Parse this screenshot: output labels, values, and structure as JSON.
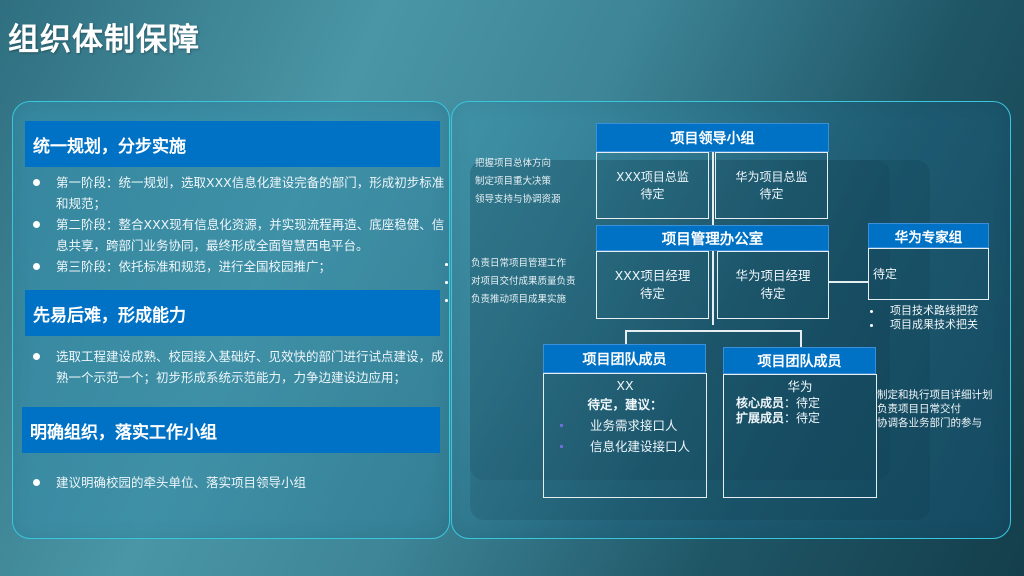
{
  "page": {
    "title": "组织体制保障"
  },
  "left_panel": {
    "sections": [
      {
        "heading": "统一规划，分步实施",
        "bullets": [
          "第一阶段：统一规划，选取XXX信息化建设完备的部门，形成初步标准和规范；",
          "第二阶段：整合XXX现有信息化资源，并实现流程再造、底座稳健、信息共享，跨部门业务协同，最终形成全面智慧西电平台。",
          "第三阶段：依托标准和规范，进行全国校园推广；"
        ]
      },
      {
        "heading": "先易后难，形成能力",
        "bullets": [
          "选取工程建设成熟、校园接入基础好、见效快的部门进行试点建设，成熟一个示范一个；初步形成系统示范能力，力争边建设边应用；"
        ]
      },
      {
        "heading": "明确组织，落实工作小组",
        "bullets": [
          "建议明确校园的牵头单位、落实项目领导小组"
        ]
      }
    ]
  },
  "org_chart": {
    "leadership": {
      "title": "项目领导小组",
      "duties": [
        "把握项目总体方向",
        "制定项目重大决策",
        "领导支持与协调资源"
      ],
      "left_box": {
        "line1": "XXX项目总监",
        "line2": "待定"
      },
      "right_box": {
        "line1": "华为项目总监",
        "line2": "待定"
      }
    },
    "pmo": {
      "title": "项目管理办公室",
      "duties": [
        "负责日常项目管理工作",
        "对项目交付成果质量负责",
        "负责推动项目成果实施"
      ],
      "left_box": {
        "line1": "XXX项目经理",
        "line2": "待定"
      },
      "right_box": {
        "line1": "华为项目经理",
        "line2": "待定"
      }
    },
    "expert_group": {
      "title": "华为专家组",
      "box_text": "待定",
      "duties": [
        "项目技术路线把控",
        "项目成果技术把关"
      ]
    },
    "team_left": {
      "title": "项目团队成员",
      "org": "XX",
      "subtitle": "待定，建议：",
      "items": [
        "业务需求接口人",
        "信息化建设接口人"
      ]
    },
    "team_right": {
      "title": "项目团队成员",
      "org": "华为",
      "rows": [
        {
          "label": "核心成员",
          "value": "：待定"
        },
        {
          "label": "扩展成员",
          "value": "：待定"
        }
      ],
      "duties": [
        "制定和执行项目详细计划",
        "负责项目日常交付",
        "协调各业务部门的参与"
      ]
    }
  }
}
